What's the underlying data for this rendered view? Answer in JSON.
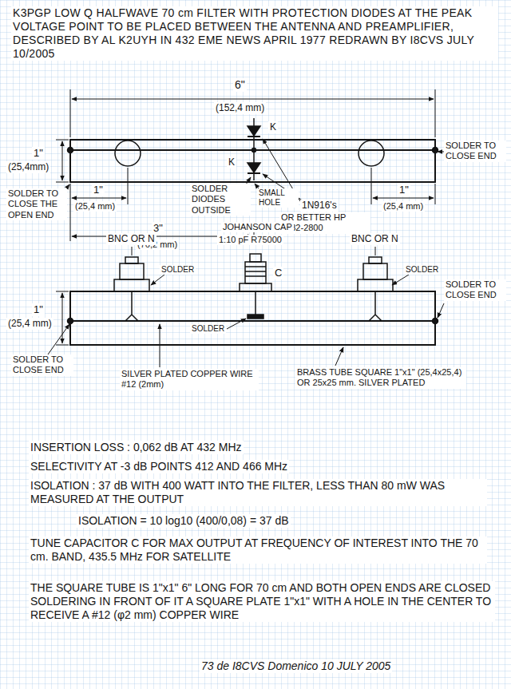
{
  "diagram": {
    "title": "K3PGP LOW Q HALFWAVE 70 cm FILTER WITH PROTECTION DIODES AT THE PEAK VOLTAGE POINT TO BE PLACED BETWEEN THE ANTENNA AND PREAMPLIFIER, DESCRIBED BY AL K2UYH IN 432 EME NEWS APRIL 1977 REDRAWN BY I8CVS JULY 10/2005",
    "labels": [
      "6\"",
      "(152,4 mm)",
      "1\"",
      "(25,4mm)",
      "K",
      "K",
      "SOLDER TO CLOSE END",
      "SOLDER TO CLOSE THE OPEN END",
      "1\"",
      "(25,4 mm)",
      "3\"",
      "(76,2 mm)",
      "SOLDER DIODES OUTSIDE",
      "SMALL HOLE",
      "1N916's",
      "OR BETTER HP 5082-2800",
      "1\"",
      "(25,4 mm)",
      "BNC OR N",
      "BNC OR N",
      "SOLDER",
      "SOLDER",
      "JOHANSON CAP",
      "1:10 pF R75000",
      "C",
      "1\"",
      "(25,4 mm)",
      "SOLDER TO CLOSE END",
      "SOLDER",
      "SOLDER TO CLOSE END",
      "SILVER PLATED COPPER WIRE #12 (2mm)",
      "BRASS TUBE SQUARE 1\"x1\" (25,4x25,4) OR 25x25 mm. SILVER PLATED",
      "INSERTION LOSS : 0,062 dB AT 432 MHz",
      "SELECTIVITY AT -3 dB POINTS 412 AND 466 MHz",
      "ISOLATION : 37 dB WITH 400 WATT INTO THE FILTER, LESS THAN 80 mW WAS MEASURED AT THE OUTPUT",
      "ISOLATION = 10 log10 (400/0,08) = 37 dB",
      "TUNE CAPACITOR C FOR MAX OUTPUT AT FREQUENCY OF INTEREST INTO THE 70 cm. BAND, 435.5 MHz FOR SATELLITE",
      "THE SQUARE TUBE IS 1\"x1\" 6\" LONG FOR 70 cm AND BOTH OPEN ENDS ARE CLOSED SOLDERING IN FRONT OF IT A SQUARE PLATE 1\"x1\" WITH A HOLE IN THE CENTER TO RECEIVE A #12 (φ2 mm) COPPER WIRE",
      "73 de I8CVS Domenico 10 JULY 2005"
    ]
  }
}
